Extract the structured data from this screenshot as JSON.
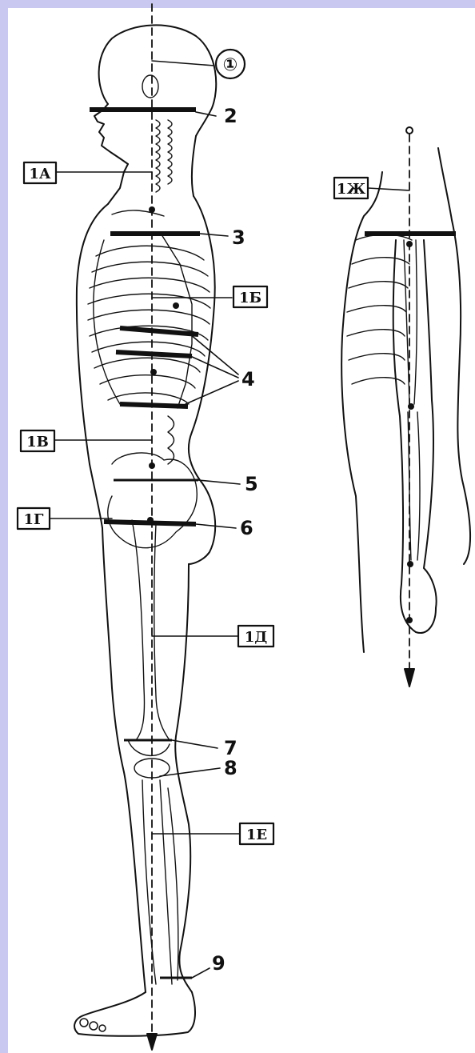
{
  "diagram": {
    "left_figure": {
      "level_labels": [
        "①",
        "2",
        "3",
        "4",
        "5",
        "6",
        "7",
        "8",
        "9"
      ],
      "box_labels": [
        "1А",
        "1Б",
        "1В",
        "1Г",
        "1Д",
        "1Е"
      ]
    },
    "right_figure": {
      "box_labels": [
        "1Ж"
      ]
    }
  }
}
